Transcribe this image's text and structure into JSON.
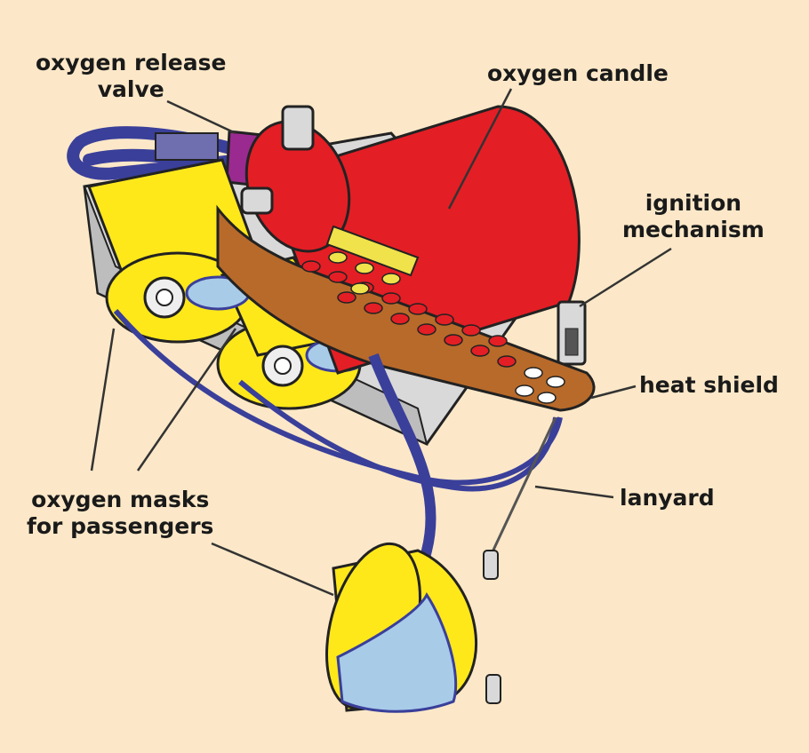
{
  "labels": {
    "oxygen_release_valve": {
      "line1": "oxygen release",
      "line2": "valve"
    },
    "oxygen_candle": "oxygen candle",
    "ignition_mechanism": {
      "line1": "ignition",
      "line2": "mechanism"
    },
    "heat_shield": "heat shield",
    "lanyard": "lanyard",
    "oxygen_masks": {
      "line1": "oxygen masks",
      "line2": "for passengers"
    }
  },
  "colors": {
    "background": "#fce8c8",
    "candle": "#e41e25",
    "heat_shield": "#b86a2a",
    "mask_cup": "#ffe81a",
    "tubing": "#3a3f9a",
    "release_valve": "#9a2a8f",
    "mask_bag": "#a8cbe8",
    "housing": "#d9d9d9"
  }
}
